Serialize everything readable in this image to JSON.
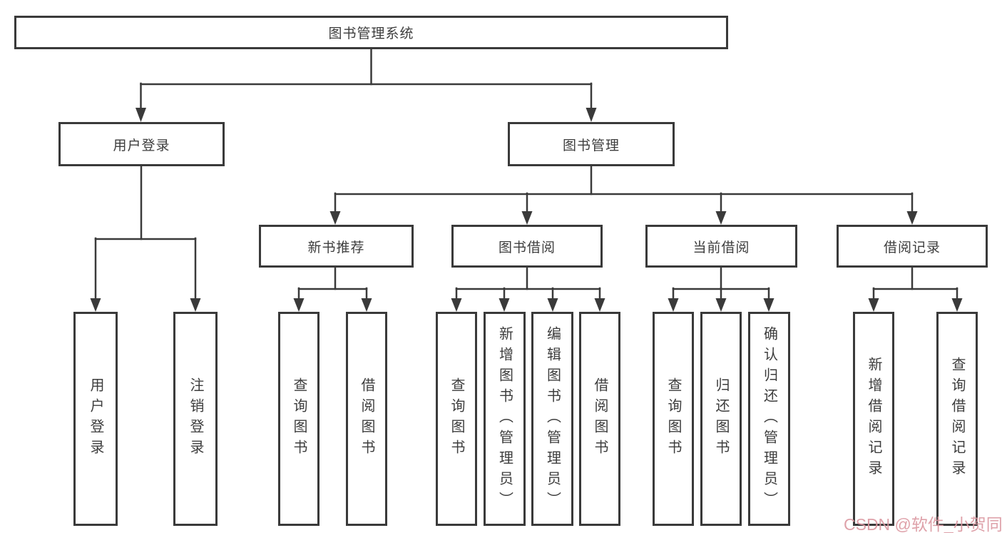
{
  "diagram": {
    "root": {
      "label": "图书管理系统"
    },
    "branches": [
      {
        "label": "用户登录",
        "children": [
          {
            "label": "用户登录"
          },
          {
            "label": "注销登录"
          }
        ]
      },
      {
        "label": "图书管理",
        "sections": [
          {
            "label": "新书推荐",
            "children": [
              {
                "label": "查询图书"
              },
              {
                "label": "借阅图书"
              }
            ]
          },
          {
            "label": "图书借阅",
            "children": [
              {
                "label": "查询图书"
              },
              {
                "label": "新增图书（管理员）"
              },
              {
                "label": "编辑图书（管理员）"
              },
              {
                "label": "借阅图书"
              }
            ]
          },
          {
            "label": "当前借阅",
            "children": [
              {
                "label": "查询图书"
              },
              {
                "label": "归还图书"
              },
              {
                "label": "确认归还（管理员）"
              }
            ]
          },
          {
            "label": "借阅记录",
            "children": [
              {
                "label": "新增借阅记录"
              },
              {
                "label": "查询借阅记录"
              }
            ]
          }
        ]
      }
    ]
  },
  "watermark": {
    "text": "CSDN @软件_小贺同学"
  },
  "colors": {
    "line": "#3a3a3a",
    "text": "#3d3d3d",
    "watermark": "#db97a0",
    "background": "#ffffff"
  }
}
